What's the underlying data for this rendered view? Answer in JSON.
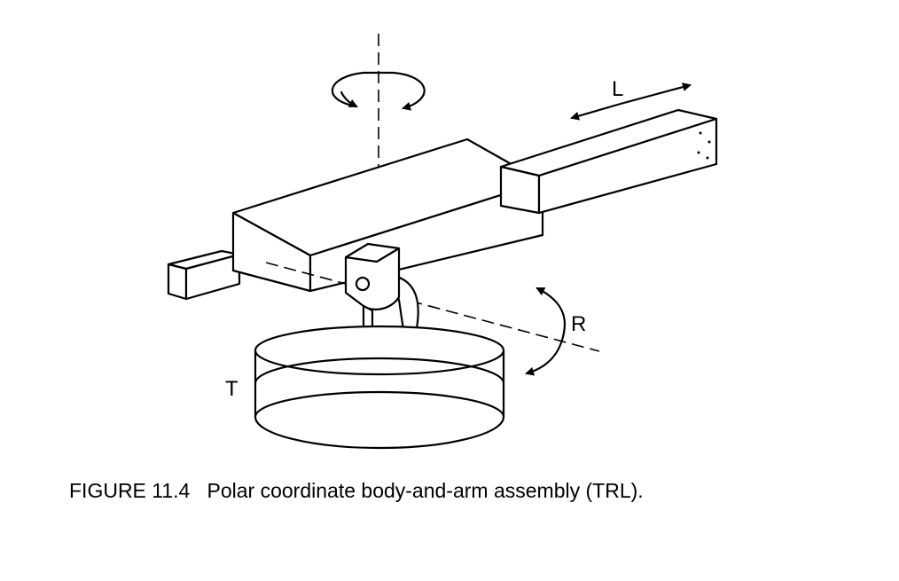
{
  "figure": {
    "labels": {
      "translation": "L",
      "rotation_wrist": "R",
      "twist": "T"
    },
    "caption_number": "FIGURE 11.4",
    "caption_text": "Polar coordinate body-and-arm assembly (TRL)."
  }
}
